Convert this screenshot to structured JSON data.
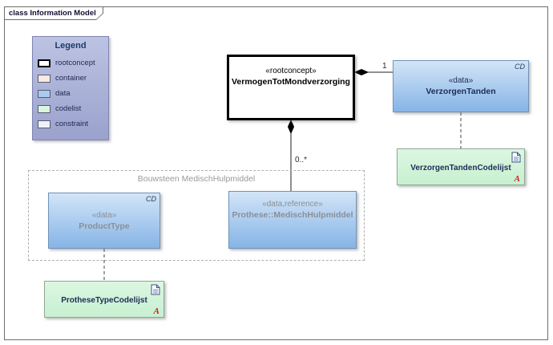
{
  "frame": {
    "tab_label": "class Information Model"
  },
  "legend": {
    "title": "Legend",
    "items": [
      {
        "label": "rootconcept",
        "color": "#ffffff"
      },
      {
        "label": "container",
        "color": "#fbe9e1"
      },
      {
        "label": "data",
        "color": "#a9cbee"
      },
      {
        "label": "codelist",
        "color": "#d9f6df"
      },
      {
        "label": "constraint",
        "color": "#eef2fc"
      }
    ]
  },
  "boundary": {
    "label": "Bouwsteen MedischHulpmiddel"
  },
  "nodes": {
    "rootconcept": {
      "stereotype": "«rootconcept»",
      "name": "VermogenTotMondverzorging"
    },
    "verzorgenTanden": {
      "stereotype": "«data»",
      "name": "VerzorgenTanden",
      "corner": "CD"
    },
    "verzorgenTandenCodelijst": {
      "name": "VerzorgenTandenCodelijst",
      "marker": "A"
    },
    "productType": {
      "stereotype": "«data»",
      "name": "ProductType",
      "corner": "CD"
    },
    "protheseMedischHulpmiddel": {
      "stereotype": "«data,reference»",
      "name": "Prothese::MedischHulpmiddel"
    },
    "protheseTypeCodelijst": {
      "name": "ProtheseTypeCodelijst",
      "marker": "A"
    }
  },
  "connectors": {
    "composition_verzorgen_tanden": {
      "multiplicity": "1",
      "type": "composition"
    },
    "composition_prothese": {
      "multiplicity": "0..*",
      "type": "composition"
    },
    "dependency_verzorgen_codelijst": {
      "type": "dashed"
    },
    "dependency_prothese_codelijst": {
      "type": "dashed"
    }
  },
  "colors": {
    "data_fill_top": "#d2e5f8",
    "data_fill_bottom": "#86b4e6",
    "codelist_fill": "#d5f5dc",
    "legend_fill": "#a9b0d6",
    "marker_red": "#cc2222",
    "rootconcept_border": "#000000"
  }
}
